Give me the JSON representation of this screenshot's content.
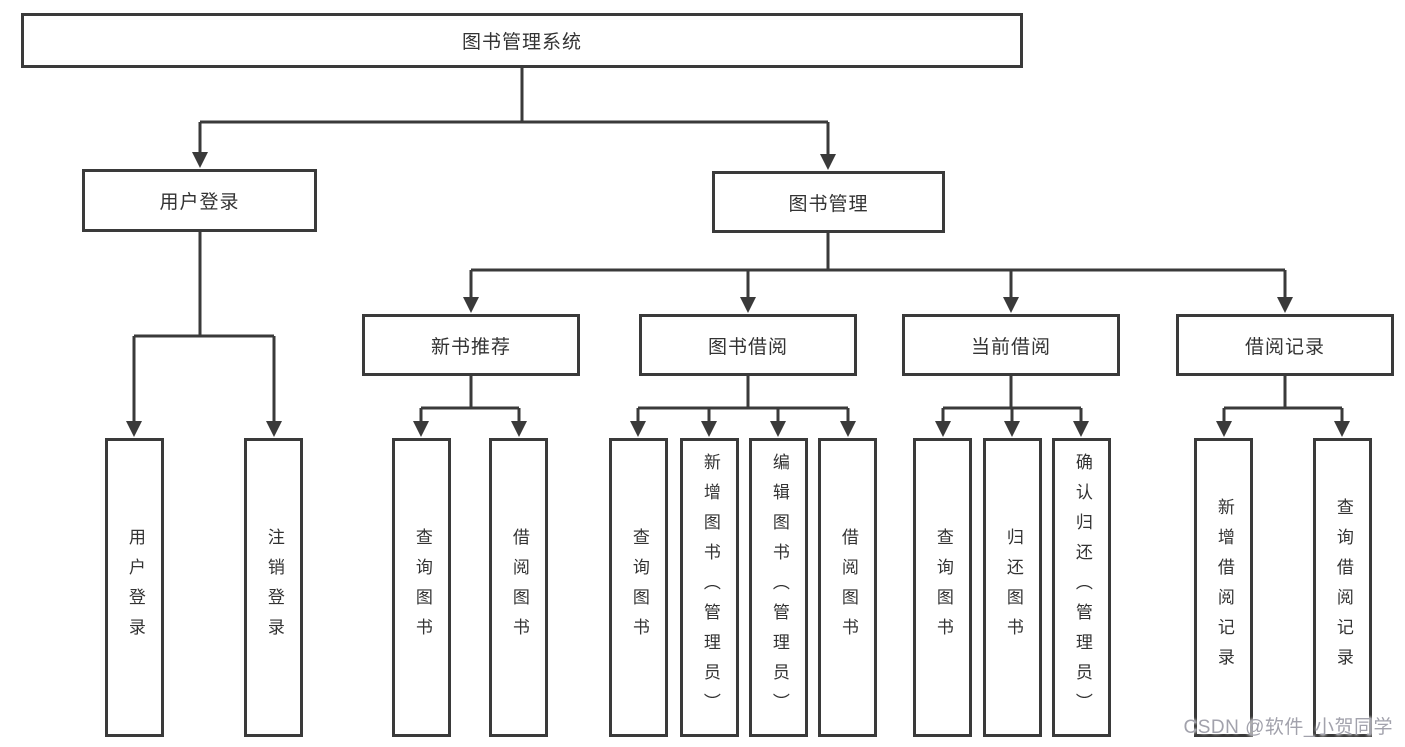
{
  "colors": {
    "line": "#3a3a3a",
    "text": "#333333",
    "background": "#ffffff",
    "watermark": "#a2a2ac"
  },
  "watermark": {
    "text": "CSDN @软件_小贺同学"
  },
  "tree": {
    "root": {
      "label": "图书管理系统"
    },
    "branches": [
      {
        "label": "用户登录",
        "leaves": [
          "用户登录",
          "注销登录"
        ]
      },
      {
        "label": "图书管理",
        "groups": [
          {
            "label": "新书推荐",
            "leaves": [
              "查询图书",
              "借阅图书"
            ]
          },
          {
            "label": "图书借阅",
            "leaves": [
              "查询图书",
              "新增图书（管理员）",
              "编辑图书（管理员）",
              "借阅图书"
            ]
          },
          {
            "label": "当前借阅",
            "leaves": [
              "查询图书",
              "归还图书",
              "确认归还（管理员）"
            ]
          },
          {
            "label": "借阅记录",
            "leaves": [
              "新增借阅记录",
              "查询借阅记录"
            ]
          }
        ]
      }
    ]
  }
}
